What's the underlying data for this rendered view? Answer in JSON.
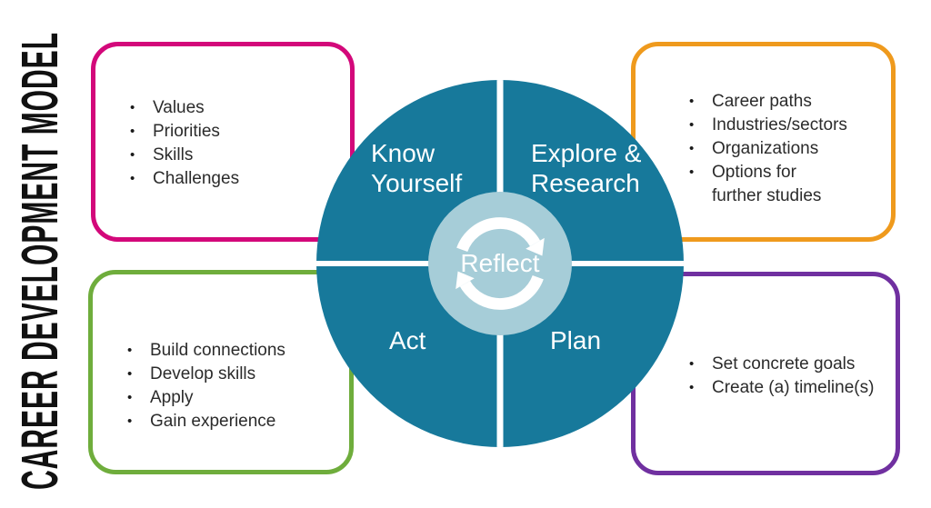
{
  "title": "CAREER DEVELOPMENT MODEL",
  "colors": {
    "teal": "#17799B",
    "hub": "#A6CDD8",
    "pink": "#D3087A",
    "orange": "#EF9A1D",
    "green": "#6FAD3C",
    "purple": "#7030A0",
    "ink": "#2B2B2B",
    "title_ink": "#111111"
  },
  "bullet_char": "•",
  "cycle": {
    "quadrants": {
      "know_yourself": "Know\nYourself",
      "explore_research": "Explore &\nResearch",
      "act": "Act",
      "plan": "Plan"
    },
    "center": "Reflect"
  },
  "panels": {
    "know_yourself": {
      "items": [
        "Values",
        "Priorities",
        "Skills",
        "Challenges"
      ]
    },
    "explore_research": {
      "items": [
        "Career paths",
        "Industries/sectors",
        "Organizations",
        "Options for further studies"
      ]
    },
    "act": {
      "items": [
        "Build connections",
        "Develop skills",
        "Apply",
        "Gain experience"
      ]
    },
    "plan": {
      "items": [
        "Set concrete goals",
        "Create (a) timeline(s)"
      ]
    }
  }
}
